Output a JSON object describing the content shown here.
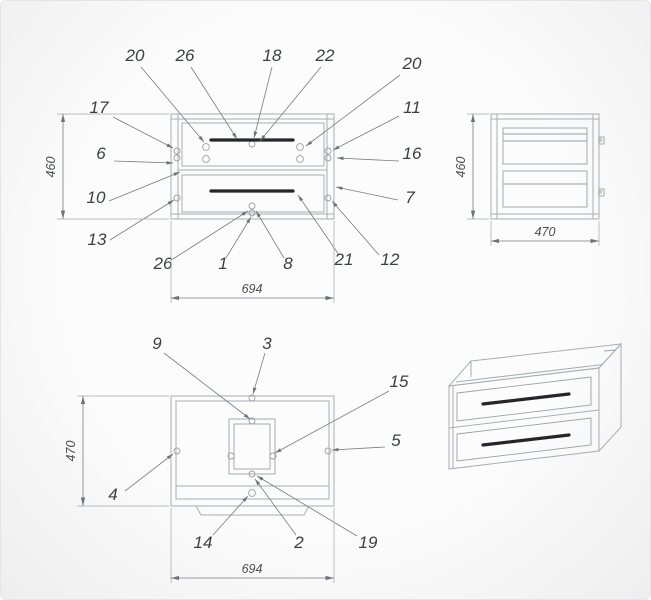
{
  "drawing": {
    "front_view": {
      "dim_height": "460",
      "dim_width": "694",
      "callouts": {
        "c20a": "20",
        "c26a": "26",
        "c18": "18",
        "c22": "22",
        "c20b": "20",
        "c17": "17",
        "c11": "11",
        "c6": "6",
        "c16": "16",
        "c10": "10",
        "c7": "7",
        "c13": "13",
        "c26b": "26",
        "c1": "1",
        "c8": "8",
        "c21": "21",
        "c12": "12"
      }
    },
    "side_view": {
      "dim_height": "460",
      "dim_depth": "470"
    },
    "top_view": {
      "dim_depth": "470",
      "dim_width": "694",
      "callouts": {
        "c9": "9",
        "c3": "3",
        "c15": "15",
        "c5": "5",
        "c4": "4",
        "c14": "14",
        "c2": "2",
        "c19": "19"
      }
    }
  }
}
